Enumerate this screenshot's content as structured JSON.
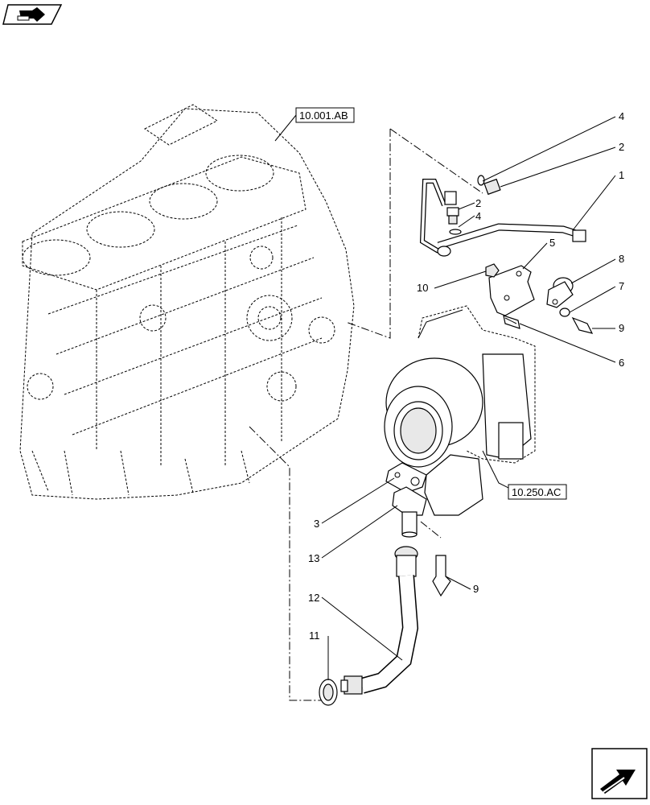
{
  "references": {
    "block": "10.001.AB",
    "turbo": "10.250.AC"
  },
  "callouts": {
    "c1": "1",
    "c2a": "2",
    "c2b": "2",
    "c3": "3",
    "c4a": "4",
    "c4b": "4",
    "c5": "5",
    "c6": "6",
    "c7": "7",
    "c8": "8",
    "c9a": "9",
    "c9b": "9",
    "c10": "10",
    "c11": "11",
    "c12": "12",
    "c13": "13"
  },
  "icons": {
    "top_left": "view-orientation-icon",
    "bottom_right": "navigate-arrow-icon"
  }
}
